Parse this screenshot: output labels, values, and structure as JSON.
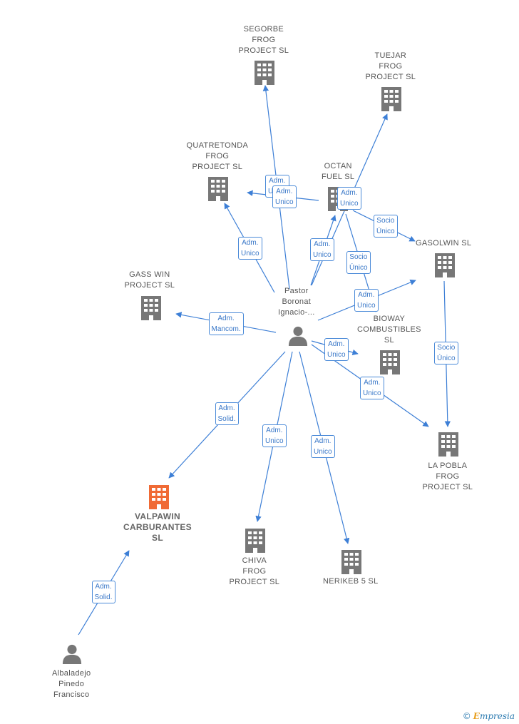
{
  "colors": {
    "edge": "#3d7fd6",
    "building": "#777777",
    "focus_building": "#f06a35",
    "person": "#777777"
  },
  "nodes": [
    {
      "id": "segorbe",
      "type": "company",
      "label": "SEGORBE\nFROG\nPROJECT  SL"
    },
    {
      "id": "tuejar",
      "type": "company",
      "label": "TUEJAR\nFROG\nPROJECT  SL"
    },
    {
      "id": "quatretonda",
      "type": "company",
      "label": "QUATRETONDA\nFROG\nPROJECT  SL"
    },
    {
      "id": "octan",
      "type": "company",
      "label": "OCTAN\nFUEL  SL"
    },
    {
      "id": "gasolwin",
      "type": "company",
      "label": "GASOLWIN  SL"
    },
    {
      "id": "gasswin",
      "type": "company",
      "label": "GASS WIN\nPROJECT  SL"
    },
    {
      "id": "pastor",
      "type": "person",
      "label": "Pastor\nBoronat\nIgnacio-..."
    },
    {
      "id": "bioway",
      "type": "company",
      "label": "BIOWAY\nCOMBUSTIBLES\nSL"
    },
    {
      "id": "lapobla",
      "type": "company",
      "label": "LA POBLA\nFROG\nPROJECT  SL"
    },
    {
      "id": "valpawin",
      "type": "company",
      "focus": true,
      "label": "VALPAWIN\nCARBURANTES\nSL"
    },
    {
      "id": "chiva",
      "type": "company",
      "label": "CHIVA\nFROG\nPROJECT  SL"
    },
    {
      "id": "nerikeb",
      "type": "company",
      "label": "NERIKEB 5 SL"
    },
    {
      "id": "albaladejo",
      "type": "person",
      "label": "Albaladejo\nPinedo\nFrancisco"
    }
  ],
  "edges": [
    {
      "from": "pastor",
      "to": "segorbe",
      "label": "Adm.\nUnico"
    },
    {
      "from": "pastor",
      "to": "tuejar",
      "label": "Adm.\nUnico"
    },
    {
      "from": "pastor",
      "to": "quatretonda",
      "label": "Adm.\nUnico"
    },
    {
      "from": "pastor",
      "to": "quatretonda",
      "label": "Adm.\nUnico"
    },
    {
      "from": "pastor",
      "to": "octan",
      "label": "Adm.\nUnico"
    },
    {
      "from": "octan",
      "to": "gasolwin",
      "label": "Socio\nÚnico"
    },
    {
      "from": "octan",
      "to": "bioway",
      "label": "Socio\nÚnico"
    },
    {
      "from": "pastor",
      "to": "gasolwin",
      "label": "Adm.\nUnico"
    },
    {
      "from": "pastor",
      "to": "gasswin",
      "label": "Adm.\nMancom."
    },
    {
      "from": "pastor",
      "to": "bioway",
      "label": "Adm.\nUnico"
    },
    {
      "from": "pastor",
      "to": "lapobla",
      "label": "Adm.\nUnico"
    },
    {
      "from": "gasolwin",
      "to": "lapobla",
      "label": "Socio\nÚnico"
    },
    {
      "from": "pastor",
      "to": "valpawin",
      "label": "Adm.\nSolid."
    },
    {
      "from": "pastor",
      "to": "chiva",
      "label": "Adm.\nUnico"
    },
    {
      "from": "pastor",
      "to": "nerikeb",
      "label": "Adm.\nUnico"
    },
    {
      "from": "albaladejo",
      "to": "valpawin",
      "label": "Adm.\nSolid."
    }
  ],
  "brand": {
    "symbol": "©",
    "initial": "E",
    "name": "mpresia"
  }
}
